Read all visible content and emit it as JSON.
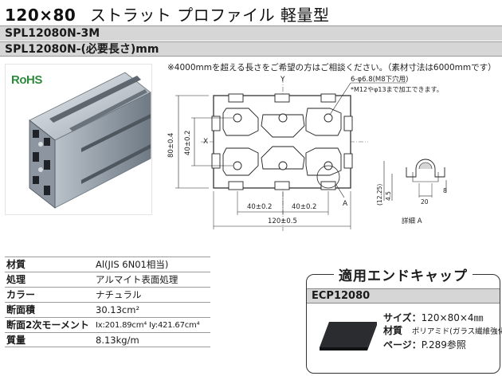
{
  "title": {
    "size": "120×80",
    "name": "ストラット プロファイル 軽量型"
  },
  "codes": {
    "primary": "SPL12080N-3M",
    "custom": "SPL12080N-(必要長さ)mm"
  },
  "rohs_label": "RoHS",
  "note": "※4000mmを超える長さをご希望の方はご相談ください。（素材寸法は6000mmです）",
  "drawing": {
    "axis_y": "Y",
    "axis_x": "X",
    "hole_note1": "6-φ6.8(M8下穴用)",
    "hole_note2": "*M12やφ13まで加工できます。",
    "dim_height": "80±0.4",
    "dim_inner_height": "40±0.2",
    "dim_inner_left": "40±0.2",
    "dim_inner_right": "40±0.2",
    "dim_width": "120±0.5",
    "detail_marker": "A",
    "detail_caption": "詳細 A",
    "detail_dim_122": "(12.25)",
    "detail_dim_45": "4.5",
    "detail_dim_8": "8",
    "detail_dim_20": "20"
  },
  "specs": [
    {
      "key": "材質",
      "value": "Al(JIS 6N01相当)"
    },
    {
      "key": "処理",
      "value": "アルマイト表面処理"
    },
    {
      "key": "カラー",
      "value": "ナチュラル"
    },
    {
      "key": "断面積",
      "value": "30.13cm²"
    },
    {
      "key": "断面2次モーメント",
      "value": "Ix:201.89cm⁴  Iy:421.67cm⁴"
    },
    {
      "key": "質量",
      "value": "8.13kg/m"
    }
  ],
  "endcap": {
    "title": "適用エンドキャップ",
    "code": "ECP12080",
    "size_label": "サイズ：",
    "size_value": "120×80×4㎜",
    "material_label": "材質",
    "material_value": "ポリアミド(ガラス繊維強化)",
    "page_label": "ページ：",
    "page_value": "P.289参照"
  }
}
